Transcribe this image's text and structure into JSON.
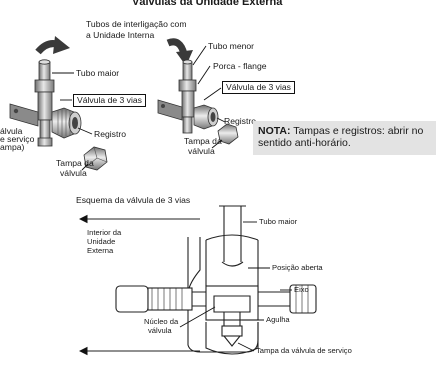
{
  "title": "Válvulas da Unidade Externa",
  "top_diagram": {
    "tubes_label_line1": "Tubos de interligação com",
    "tubes_label_line2": "a Unidade Interna",
    "left_valve": {
      "tubo_maior": "Tubo maior",
      "valvula_3_vias": "Válvula de 3 vias",
      "registro": "Registro",
      "valvula_servico_line1": "álvula",
      "valvula_servico_line2": "e serviço",
      "valvula_servico_line3": "ampa)",
      "tampa_line1": "Tampa da",
      "tampa_line2": "válvula"
    },
    "right_valve": {
      "tubo_menor": "Tubo menor",
      "porca_flange": "Porca - flange",
      "valvula_3_vias": "Válvula de 3 vias",
      "registro": "Registro",
      "tampa_line1": "Tampa da",
      "tampa_line2": "válvula"
    }
  },
  "nota": {
    "label": "NOTA:",
    "text": " Tampas e registros: abrir no sentido anti-horário."
  },
  "schematic": {
    "title": "Esquema da válvula de 3 vias",
    "interior_line1": "Interior da",
    "interior_line2": "Unidade",
    "interior_line3": "Externa",
    "tubo_maior": "Tubo maior",
    "posicao_aberta": "Posição aberta",
    "eixo": "Eixo",
    "agulha": "Agulha",
    "nucleo_line1": "Núcleo da",
    "nucleo_line2": "válvula",
    "tampa_servico": "Tampa da válvula de serviço"
  },
  "colors": {
    "background": "#ffffff",
    "note_background": "#e3e3e3",
    "ink": "#1a1a1a",
    "metal": "#9a9a9a"
  }
}
